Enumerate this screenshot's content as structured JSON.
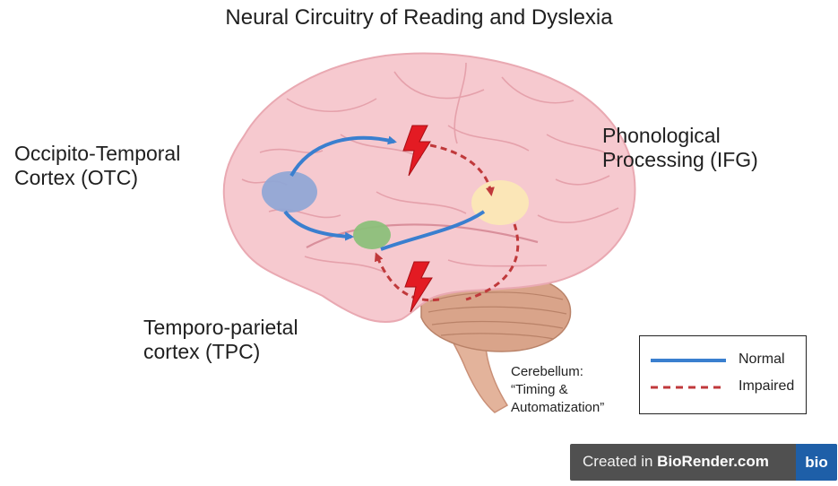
{
  "title": "Neural Circuitry of Reading and Dyslexia",
  "labels": {
    "otc": [
      "Occipito-Temporal",
      "Cortex (OTC)"
    ],
    "ifg": [
      "Phonological",
      "Processing (IFG)"
    ],
    "tpc": [
      "Temporo-parietal",
      "cortex (TPC)"
    ],
    "cerebellum": [
      "Cerebellum:",
      "“Timing &",
      "Automatization”"
    ]
  },
  "legend": {
    "normal": "Normal",
    "impaired": "Impaired"
  },
  "colors": {
    "brain": "#f6c9cf",
    "brain_outline": "#e9a9b2",
    "otc_region": "#8ea6d6",
    "tpc_region": "#8cc07a",
    "ifg_region": "#fbe8b5",
    "cerebellum": "#d9a48a",
    "normal_path": "#3a7fcf",
    "impaired_path": "#c0393b",
    "lightning": "#e31b23"
  },
  "badge": {
    "prefix": "Created in ",
    "brand": "BioRender.com",
    "logo": "bio"
  }
}
